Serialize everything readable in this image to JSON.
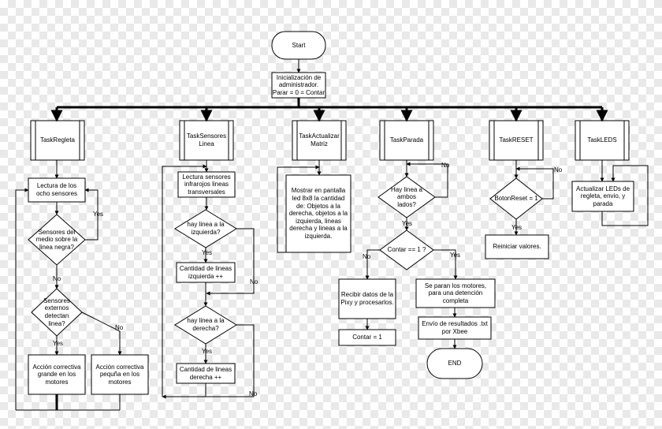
{
  "nodes": {
    "start": "Start",
    "init": "Inicialización de administrador. Parar = 0 = Contar",
    "task_regleta": "TaskRegleta",
    "task_sensores": "TaskSensores Linea",
    "task_actualizar": "TaskActualizar Matriz",
    "task_parada": "TaskParada",
    "task_reset": "TaskRESET",
    "task_leds": "TaskLEDS",
    "lectura_ocho": "Lectura de los ocho sensores",
    "dec_medio": "Sensores del medio sobre la linea negra?",
    "dec_externos": "Sensores externos detectan linea?",
    "accion_grande": "Acción correctiva grande en los motores",
    "accion_pequena": "Acción correctiva pequña en los motores",
    "lectura_infra": "Lectura sensores infrarojos lineas transversales",
    "dec_izquierda": "hay linea a la izquierda?",
    "cant_izq": "Cantidad de lineas izquierda ++",
    "dec_derecha": "hay linea a la derecha?",
    "cant_der": "Cantidad de lineas derecha ++",
    "mostrar": "Mostrar en pantalla led 8x8 la cantidad de: Objetos a la derecha, objetos a la izquierda, lineas derecha y lineas a la izquierda.",
    "dec_ambos": "Hay linea a ambos lados?",
    "dec_contar": "Contar == 1 ?",
    "recibir": "Recibir datos de la Pixy y procesarlos.",
    "contar_1": "Contar = 1",
    "paran": "Se paran los motores, para una detención completa",
    "envio": "Envío de resultados .txt por Xbee",
    "end": "END",
    "dec_boton": "BotonReset = 1",
    "reiniciar": "Reiniciar valores.",
    "actualizar_leds": "Actualizar LEDs de regleta, envio, y parada"
  },
  "edge_labels": {
    "yes": "Yes",
    "no": "No"
  },
  "colors": {
    "line": "#000000",
    "fill": "#ffffff",
    "background": "#ffffff"
  }
}
